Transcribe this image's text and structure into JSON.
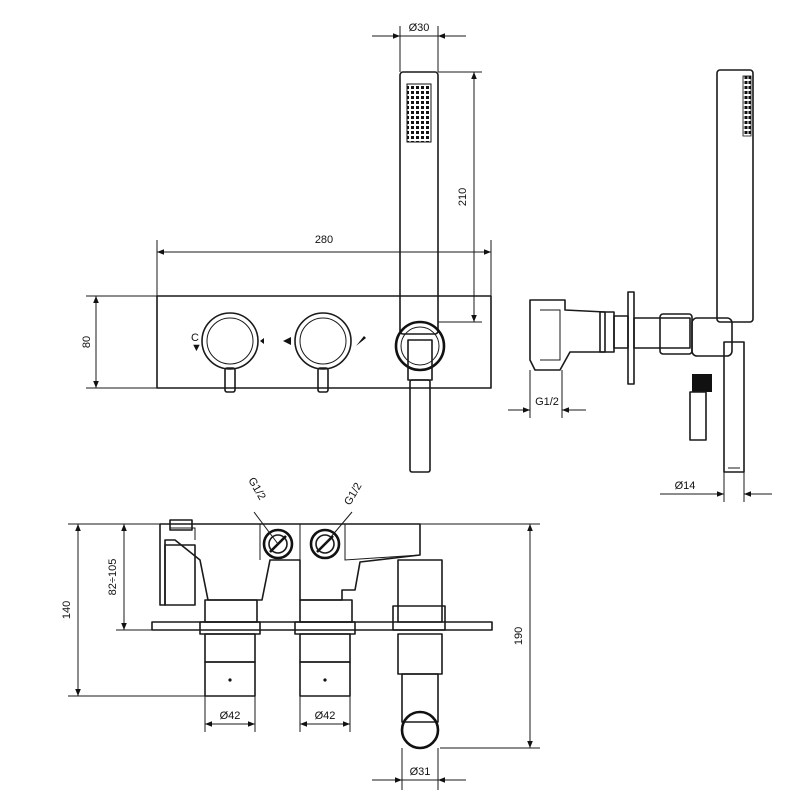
{
  "drawing": {
    "dimensions": {
      "hand_shower_diameter": "Ø30",
      "hand_shower_length": "210",
      "plate_width": "280",
      "plate_height": "80",
      "inlet_thread_side": "G1/2",
      "hose_diameter": "Ø14",
      "inlet_thread_left": "G1/2",
      "inlet_thread_right": "G1/2",
      "depth_range": "82÷105",
      "body_depth": "140",
      "outlet_depth": "190",
      "cartridge_diameter_left": "Ø42",
      "cartridge_diameter_right": "Ø42",
      "outlet_diameter": "Ø31"
    }
  }
}
